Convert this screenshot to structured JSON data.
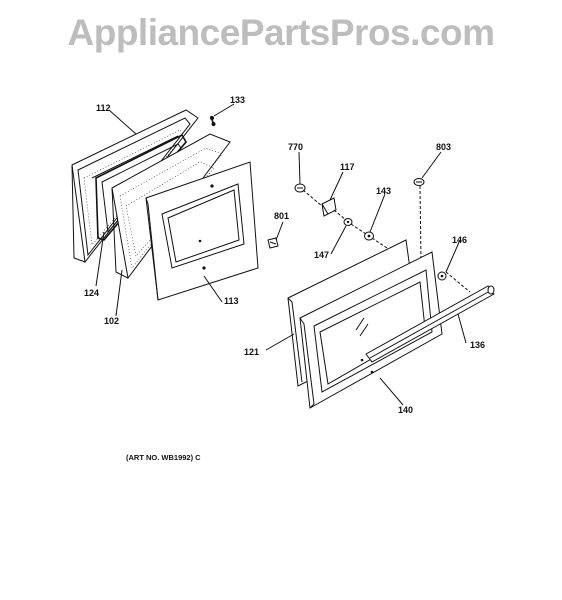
{
  "watermark": "AppliancePartsPros.com",
  "art_number": "(ART NO. WB1992) C",
  "part_labels": {
    "p112": "112",
    "p133": "133",
    "p124": "124",
    "p102": "102",
    "p113": "113",
    "p801": "801",
    "p770": "770",
    "p117": "117",
    "p143": "143",
    "p147": "147",
    "p803": "803",
    "p146": "146",
    "p121": "121",
    "p136": "136",
    "p140": "140"
  }
}
